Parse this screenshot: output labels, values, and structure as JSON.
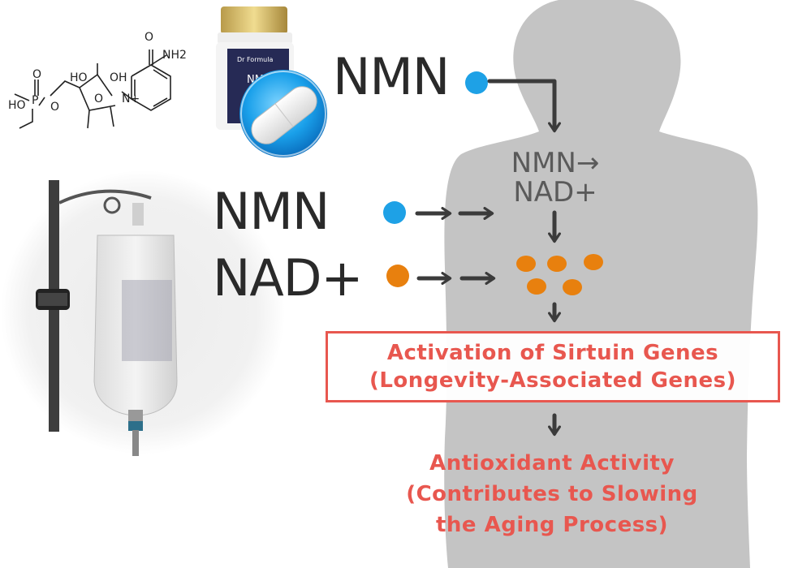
{
  "colors": {
    "silhouette": "#c4c4c4",
    "arrow": "#3b3b3b",
    "blue_dot": "#1ea1e6",
    "orange_dot": "#e8800e",
    "red_text": "#e8574f"
  },
  "molecule": {
    "atom_labels": [
      "O",
      "NH2",
      "HO",
      "OH",
      "O",
      "P",
      "O",
      "HO",
      "O",
      "N+"
    ]
  },
  "supplement_bottle": {
    "brand": "Dr Formula",
    "product": "NMN"
  },
  "icons": [
    "iv-drip-bag-icon",
    "capsule-icon",
    "supplement-bottle-icon",
    "molecule-structure-icon",
    "body-silhouette-icon"
  ],
  "labels": {
    "oral_nmn": "NMN",
    "iv_nmn": "NMN",
    "iv_nad": "NAD+",
    "conversion_line1": "NMN→",
    "conversion_line2": "NAD+"
  },
  "sirtuin": {
    "line1": "Activation of Sirtuin Genes",
    "line2": "(Longevity-Associated Genes)"
  },
  "antioxidant": {
    "line1": "Antioxidant Activity",
    "line2": "(Contributes to Slowing",
    "line3": "the Aging Process)"
  }
}
